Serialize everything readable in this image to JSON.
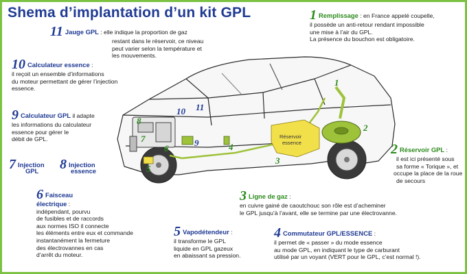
{
  "title": "Shema d’implantation d’un kit GPL",
  "colors": {
    "border": "#7cc242",
    "blue": "#1f3a93",
    "green": "#2c8a1c",
    "tank": "#f2e04a",
    "pipe": "#9ec23a"
  },
  "items": {
    "i1": {
      "num": "1",
      "head": "Remplissage",
      "inline": " : en France appelé coupelle,",
      "body": [
        "il possède un anti-retour rendant impossible",
        "une mise à l’air du GPL.",
        "La présence du bouchon est obligatoire."
      ]
    },
    "i2": {
      "num": "2",
      "head": "Réservoir GPL",
      "inline": " :",
      "body": [
        "il est ici présenté sous",
        "sa forme « Torique », et",
        "occupe la place de la roue",
        "de secours"
      ]
    },
    "i3": {
      "num": "3",
      "head": "Ligne de gaz",
      "inline": " :",
      "body": [
        "en cuivre gainé de caoutchouc son rôle est d’acheminer",
        "le GPL jusqu’à l’avant, elle se termine par une électrovanne."
      ]
    },
    "i4": {
      "num": "4",
      "head": "Commutateur GPL/ESSENCE",
      "inline": " :",
      "body": [
        "il permet de « passer » du mode essence",
        "au mode GPL, en indiquant le type de carburant",
        "utilisé par un voyant (VERT pour le GPL, c’est normal !)."
      ]
    },
    "i5": {
      "num": "5",
      "head": "Vapodétendeur",
      "inline": " :",
      "body": [
        "il transforme le GPL",
        "liquide en GPL gazeux",
        "en abaissant sa pression."
      ]
    },
    "i6": {
      "num": "6",
      "head": "Faisceau",
      "head2": "électrique",
      "inline": " :",
      "body": [
        "indépendant, pourvu",
        "de fusibles et de raccords",
        "aux normes ISO il connecte",
        "les éléments entre eux et commande",
        "instantanément la fermeture",
        "des électrovannes en cas",
        "d’arrêt du moteur."
      ]
    },
    "i7": {
      "num": "7",
      "head": "Injection",
      "head2": "GPL"
    },
    "i8": {
      "num": "8",
      "head": "Injection",
      "head2": "essence"
    },
    "i9": {
      "num": "9",
      "head": "Calculateur GPL",
      "inline": " il adapte",
      "body": [
        "les informations du calculateur",
        "essence pour gérer le",
        "débit de GPL."
      ]
    },
    "i10": {
      "num": "10",
      "head": "Calculateur essence",
      "inline": " :",
      "body": [
        "il reçoit un ensemble d’informations",
        "du moteur permettant de gérer l’injection",
        "essence."
      ]
    },
    "i11": {
      "num": "11",
      "head": "Jauge GPL",
      "inline": " : elle indique la  proportion de gaz",
      "body": [
        "restant dans le réservoir, ce niveau",
        "peut varier selon la température et",
        "les mouvements."
      ]
    }
  },
  "diagram": {
    "tank_label": [
      "Réservoir",
      "essence"
    ],
    "callouts": [
      "1",
      "2",
      "3",
      "4",
      "5",
      "6",
      "7",
      "8",
      "9",
      "10",
      "11"
    ]
  }
}
